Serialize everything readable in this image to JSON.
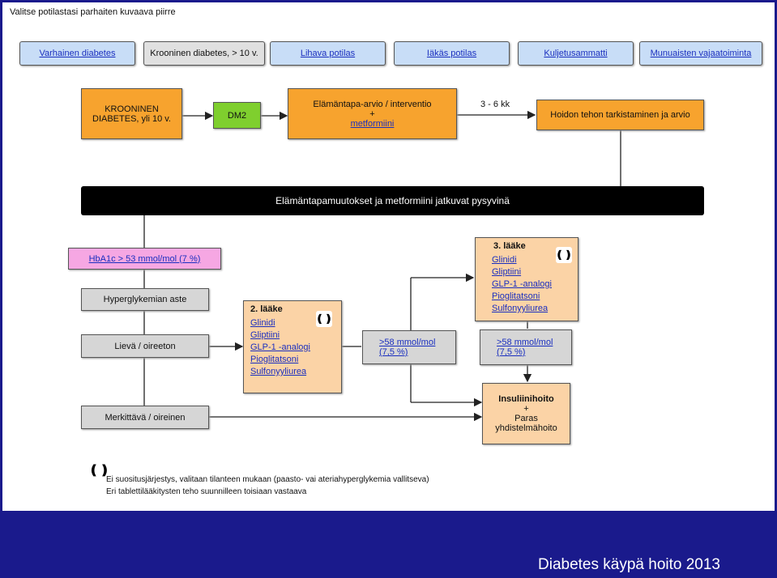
{
  "header": {
    "title": "Valitse potilastasi parhaiten kuvaava piirre"
  },
  "tabs": [
    {
      "label": "Varhainen diabetes",
      "active": false
    },
    {
      "label": "Krooninen diabetes, > 10 v.",
      "active": true
    },
    {
      "label": "Lihava potilas",
      "active": false
    },
    {
      "label": "Iäkäs potilas",
      "active": false
    },
    {
      "label": "Kuljetusammatti",
      "active": false
    },
    {
      "label": "Munuaisten vajaatoiminta",
      "active": false
    }
  ],
  "flow": {
    "chronic": "KROONINEN DIABETES, yli 10 v.",
    "dm2": "DM2",
    "lifestyle_line1": "Elämäntapa-arvio / interventio",
    "lifestyle_plus": "+",
    "lifestyle_link": "metformiini",
    "interval": "3 - 6 kk",
    "review": "Hoidon tehon tarkistaminen ja arvio",
    "continue_bar": "Elämäntapamuutokset ja metformiini jatkuvat pysyvinä",
    "hba1c": "HbA1c > 53 mmol/mol (7 %)",
    "hyperglycemia": "Hyperglykemian aste",
    "mild": "Lievä / oireeton",
    "significant": "Merkittävä / oireinen",
    "threshold1_line1": ">58 mmol/mol",
    "threshold1_line2": "(7,5 %)",
    "threshold2_line1": ">58 mmol/mol",
    "threshold2_line2": "(7,5 %)",
    "insulin_title": "Insuliinihoito",
    "insulin_plus": "+",
    "insulin_line2": "Paras",
    "insulin_line3": "yhdistelmähoito"
  },
  "drug2": {
    "title": "2. lääke",
    "items": [
      "Glinidi",
      "Gliptiini",
      "GLP-1 -analogi",
      "Pioglitatsoni",
      "Sulfonyyliurea"
    ]
  },
  "drug3": {
    "title": "3. lääke",
    "items": [
      "Glinidi",
      "Gliptiini",
      "GLP-1 -analogi",
      "Pioglitatsoni",
      "Sulfonyyliurea"
    ]
  },
  "legend": {
    "icon": "❪❫",
    "line1": "Ei suositusjärjestys, valitaan tilanteen mukaan (paasto- vai ateriahyperglykemia vallitseva)",
    "line2": "Eri tablettilääkitysten teho suunnilleen toisiaan vastaava"
  },
  "footer": {
    "text": "Diabetes käypä hoito 2013"
  },
  "icons": {
    "order_icon": "cycle-arrows-icon"
  },
  "colors": {
    "background": "#1a1a8c",
    "orange": "#f7a32e",
    "light_orange": "#fbd3a6",
    "green": "#7fcf2e",
    "tab_blue": "#c8ddf7",
    "pink": "#f6a7e3",
    "link": "#1a2fbf"
  }
}
